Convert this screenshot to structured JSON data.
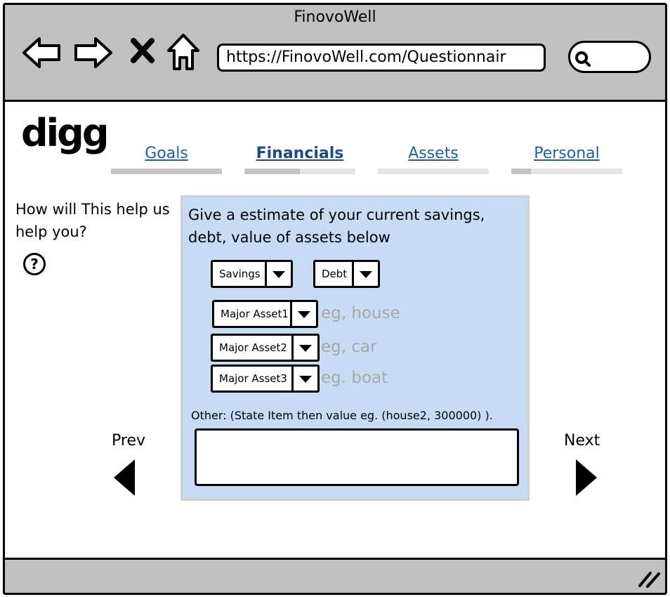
{
  "window": {
    "title": "FinovoWell"
  },
  "browser": {
    "url": "https://FinovoWell.com/Questionnair",
    "icons": [
      "back-arrow-icon",
      "forward-arrow-icon",
      "close-x-icon",
      "home-icon",
      "search-icon"
    ]
  },
  "logo": {
    "text": "digg"
  },
  "tabs": [
    {
      "label": "Goals",
      "active": false,
      "progress": 1.0
    },
    {
      "label": "Financials",
      "active": true,
      "progress": 0.5
    },
    {
      "label": "Assets",
      "active": false,
      "progress": 0.0
    },
    {
      "label": "Personal",
      "active": false,
      "progress": 0.18
    }
  ],
  "help": {
    "text": "How will This help us help you?",
    "icon": "?"
  },
  "panel": {
    "heading": "Give a estimate of your current savings, debt, value of assets below",
    "savings_label": "Savings",
    "debt_label": "Debt",
    "assets": [
      {
        "label": "Major Asset1",
        "hint": "eg, house"
      },
      {
        "label": "Major Asset2",
        "hint": "eg, car"
      },
      {
        "label": "Major Asset3",
        "hint": "eg. boat"
      }
    ],
    "other_label": "Other: (State Item then value eg. (house2, 300000) ).",
    "other_value": ""
  },
  "pager": {
    "prev_label": "Prev",
    "next_label": "Next"
  },
  "colors": {
    "chrome": "#c0c0c0",
    "panel": "#c7dbf4",
    "link": "#1d5fa0",
    "hint": "#a8a8a8"
  }
}
